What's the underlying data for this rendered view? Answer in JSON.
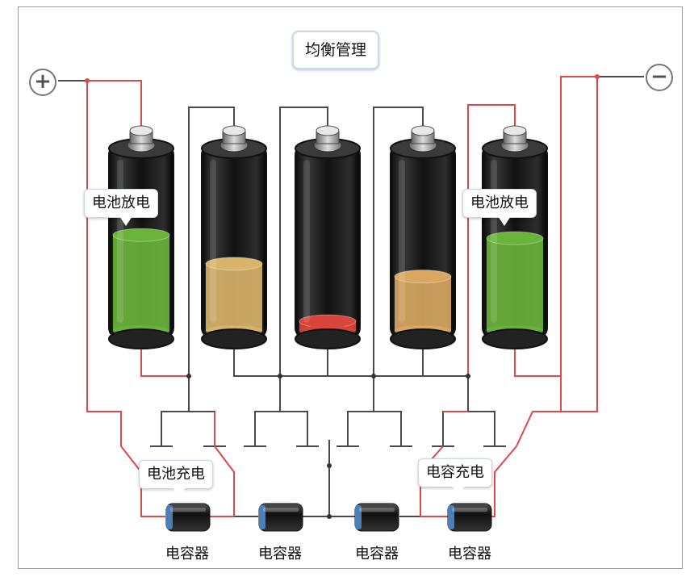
{
  "title": "均衡管理",
  "terminals": {
    "positive": "+",
    "negative": "−"
  },
  "batteries": [
    {
      "level": 0.6,
      "color": "#6ab43a"
    },
    {
      "level": 0.42,
      "color": "#d9b56a"
    },
    {
      "level": 0.06,
      "color": "#d9443b"
    },
    {
      "level": 0.34,
      "color": "#d9a860"
    },
    {
      "level": 0.58,
      "color": "#6ab43a"
    }
  ],
  "callouts": {
    "discharge_left": "电池放电",
    "discharge_right": "电池放电",
    "battery_charge": "电池充电",
    "capacitor_charge": "电容充电"
  },
  "capacitors": [
    {
      "label": "电容器"
    },
    {
      "label": "电容器"
    },
    {
      "label": "电容器"
    },
    {
      "label": "电容器"
    }
  ],
  "colors": {
    "red_wire": "#e0474c",
    "dark_wire": "#4a4a4a",
    "frame": "#9a9a9a"
  }
}
